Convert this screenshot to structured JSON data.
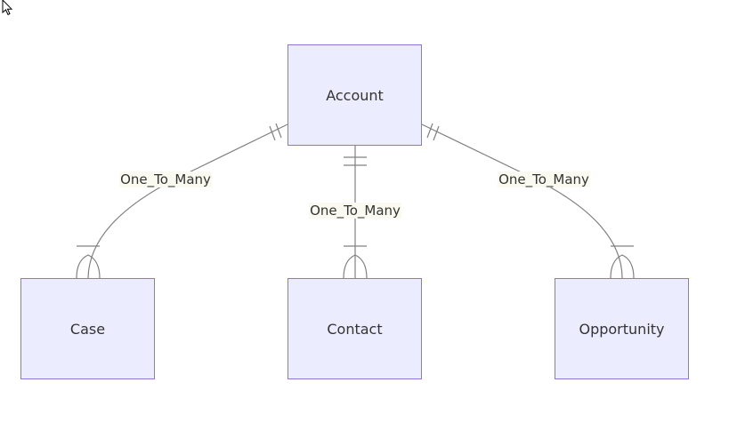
{
  "diagram": {
    "type": "entity-relationship",
    "colors": {
      "entity_fill": "#ececff",
      "entity_border": "#9370db",
      "edge_stroke": "#808080",
      "label_bg": "#fafaf0",
      "text": "#333333"
    },
    "entities": [
      {
        "id": "account",
        "label": "Account"
      },
      {
        "id": "case",
        "label": "Case"
      },
      {
        "id": "contact",
        "label": "Contact"
      },
      {
        "id": "opportunity",
        "label": "Opportunity"
      }
    ],
    "relationships": [
      {
        "from": "Account",
        "to": "Case",
        "label": "One_To_Many",
        "from_cardinality": "exactly-one",
        "to_cardinality": "one-or-more"
      },
      {
        "from": "Account",
        "to": "Contact",
        "label": "One_To_Many",
        "from_cardinality": "exactly-one",
        "to_cardinality": "one-or-more"
      },
      {
        "from": "Account",
        "to": "Opportunity",
        "label": "One_To_Many",
        "from_cardinality": "exactly-one",
        "to_cardinality": "one-or-more"
      }
    ]
  },
  "cursor": {
    "icon": "mouse-pointer-icon"
  }
}
